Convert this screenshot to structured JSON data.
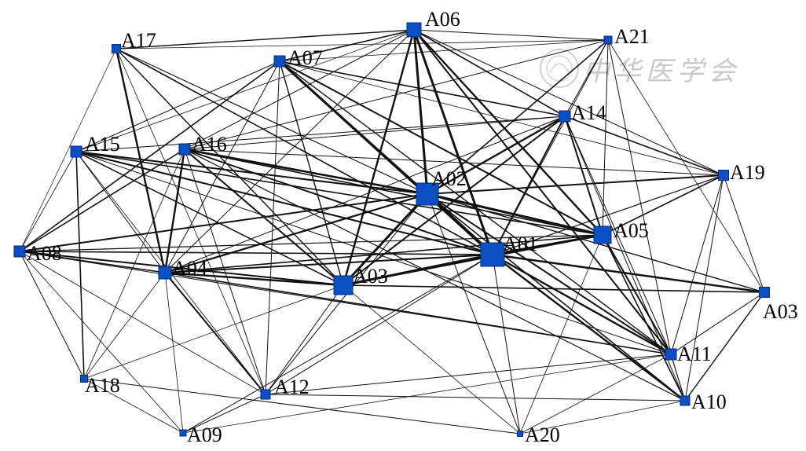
{
  "watermark": {
    "text": "中华医学会",
    "color": "#cfcfcf"
  },
  "colors": {
    "node": "#0a4fc4",
    "edge": "#111111",
    "background": "#ffffff"
  },
  "nodes": [
    {
      "id": "n-a06",
      "label": "A06"
    },
    {
      "id": "n-a17",
      "label": "A17"
    },
    {
      "id": "n-a07",
      "label": "A07"
    },
    {
      "id": "n-a21",
      "label": "A21"
    },
    {
      "id": "n-a14",
      "label": "A14"
    },
    {
      "id": "n-a15",
      "label": "A15"
    },
    {
      "id": "n-a16",
      "label": "A16"
    },
    {
      "id": "n-a19",
      "label": "A19"
    },
    {
      "id": "n-a02",
      "label": "A02"
    },
    {
      "id": "n-a05",
      "label": "A05"
    },
    {
      "id": "n-a08",
      "label": "A08"
    },
    {
      "id": "n-a01",
      "label": "A01"
    },
    {
      "id": "n-a04",
      "label": "A04"
    },
    {
      "id": "n-a03c",
      "label": "A03"
    },
    {
      "id": "n-a03r",
      "label": "A03"
    },
    {
      "id": "n-a11",
      "label": "A11"
    },
    {
      "id": "n-a18",
      "label": "A18"
    },
    {
      "id": "n-a12",
      "label": "A12"
    },
    {
      "id": "n-a10",
      "label": "A10"
    },
    {
      "id": "n-a09",
      "label": "A09"
    },
    {
      "id": "n-a20",
      "label": "A20"
    }
  ]
}
